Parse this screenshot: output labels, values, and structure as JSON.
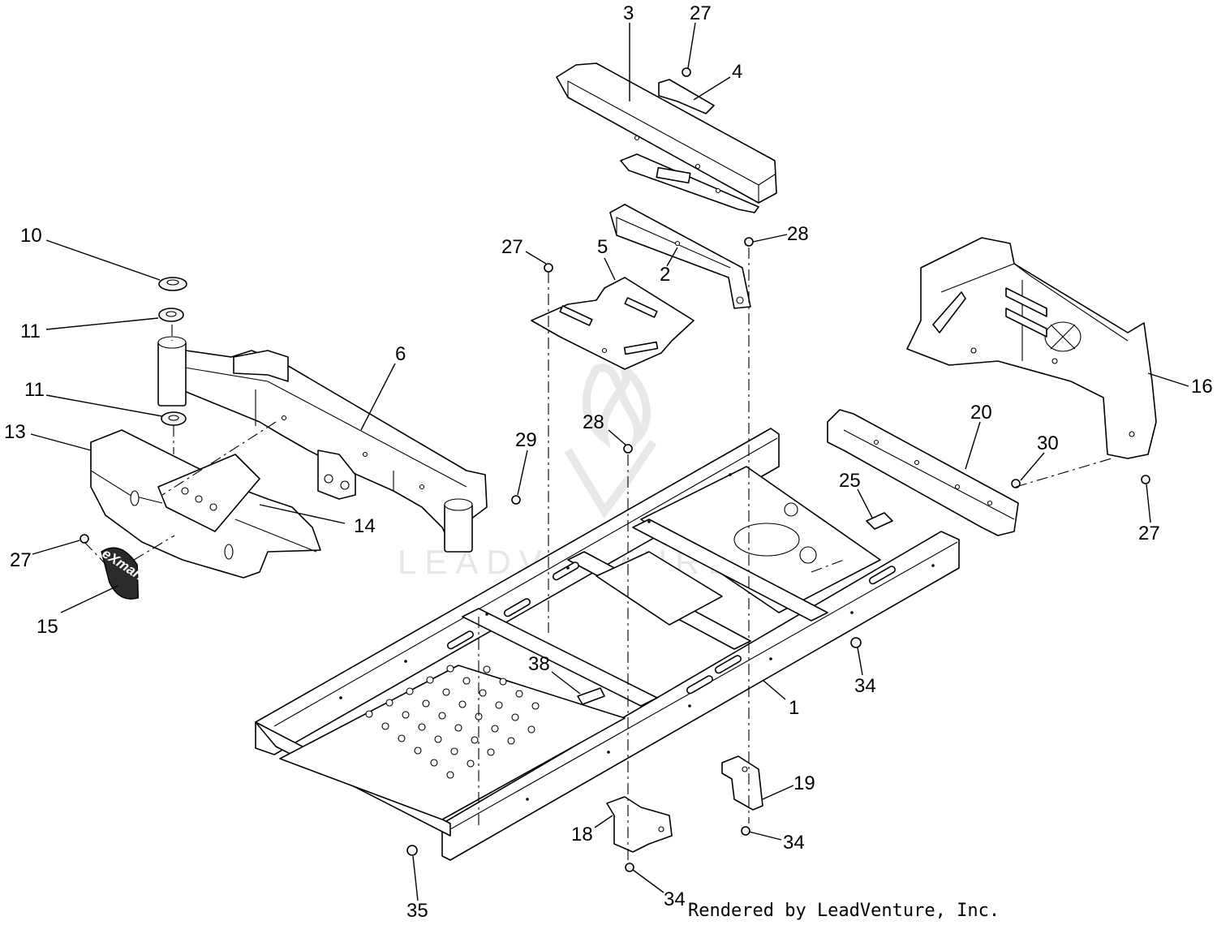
{
  "diagram": {
    "callouts": [
      {
        "id": "c3",
        "text": "3"
      },
      {
        "id": "c27a",
        "text": "27"
      },
      {
        "id": "c4",
        "text": "4"
      },
      {
        "id": "c10",
        "text": "10"
      },
      {
        "id": "c11a",
        "text": "11"
      },
      {
        "id": "c11b",
        "text": "11"
      },
      {
        "id": "c13",
        "text": "13"
      },
      {
        "id": "c6",
        "text": "6"
      },
      {
        "id": "c14",
        "text": "14"
      },
      {
        "id": "c27b",
        "text": "27"
      },
      {
        "id": "c15",
        "text": "15"
      },
      {
        "id": "c27c",
        "text": "27"
      },
      {
        "id": "c5",
        "text": "5"
      },
      {
        "id": "c2",
        "text": "2"
      },
      {
        "id": "c28a",
        "text": "28"
      },
      {
        "id": "c28b",
        "text": "28"
      },
      {
        "id": "c29",
        "text": "29"
      },
      {
        "id": "c16",
        "text": "16"
      },
      {
        "id": "c20",
        "text": "20"
      },
      {
        "id": "c30",
        "text": "30"
      },
      {
        "id": "c25",
        "text": "25"
      },
      {
        "id": "c27d",
        "text": "27"
      },
      {
        "id": "c34a",
        "text": "34"
      },
      {
        "id": "c1",
        "text": "1"
      },
      {
        "id": "c38",
        "text": "38"
      },
      {
        "id": "c19",
        "text": "19"
      },
      {
        "id": "c18",
        "text": "18"
      },
      {
        "id": "c34b",
        "text": "34"
      },
      {
        "id": "c34c",
        "text": "34"
      },
      {
        "id": "c35",
        "text": "35"
      }
    ],
    "emblem_text": "eXmark",
    "watermark_text": "LEADVENTURE",
    "credit": "Rendered by LeadVenture, Inc."
  }
}
